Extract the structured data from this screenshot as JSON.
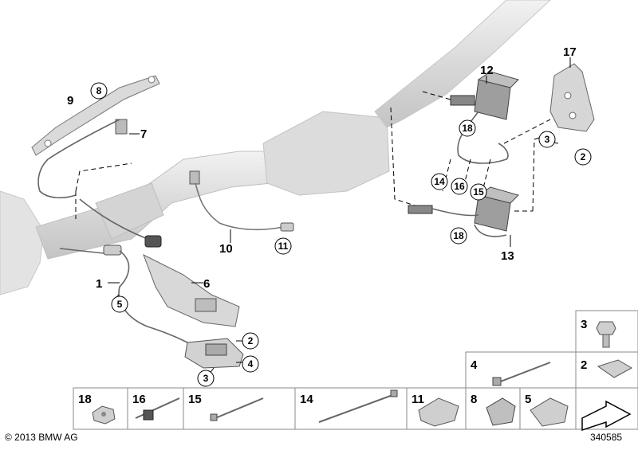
{
  "title": "",
  "callouts": {
    "c1": "1",
    "c2a": "2",
    "c2b": "2",
    "c3a": "3",
    "c3b": "3",
    "c4": "4",
    "c5": "5",
    "c6": "6",
    "c7": "7",
    "c8": "8",
    "c9": "9",
    "c10": "10",
    "c11": "11",
    "c12": "12",
    "c13": "13",
    "c14": "14",
    "c15": "15",
    "c16": "16",
    "c17": "17",
    "c18a": "18",
    "c18b": "18"
  },
  "parts_table": {
    "cells": [
      "18",
      "16",
      "15",
      "14",
      "11",
      "8",
      "5",
      "4",
      "3",
      "2"
    ]
  },
  "footer": {
    "copyright": "© 2013 BMW AG",
    "diagram_number": "340585"
  },
  "colors": {
    "part_fill": "#e6e6e6",
    "part_stroke": "#9a9a9a",
    "line": "#000000",
    "box_border": "#8a8a8a"
  }
}
